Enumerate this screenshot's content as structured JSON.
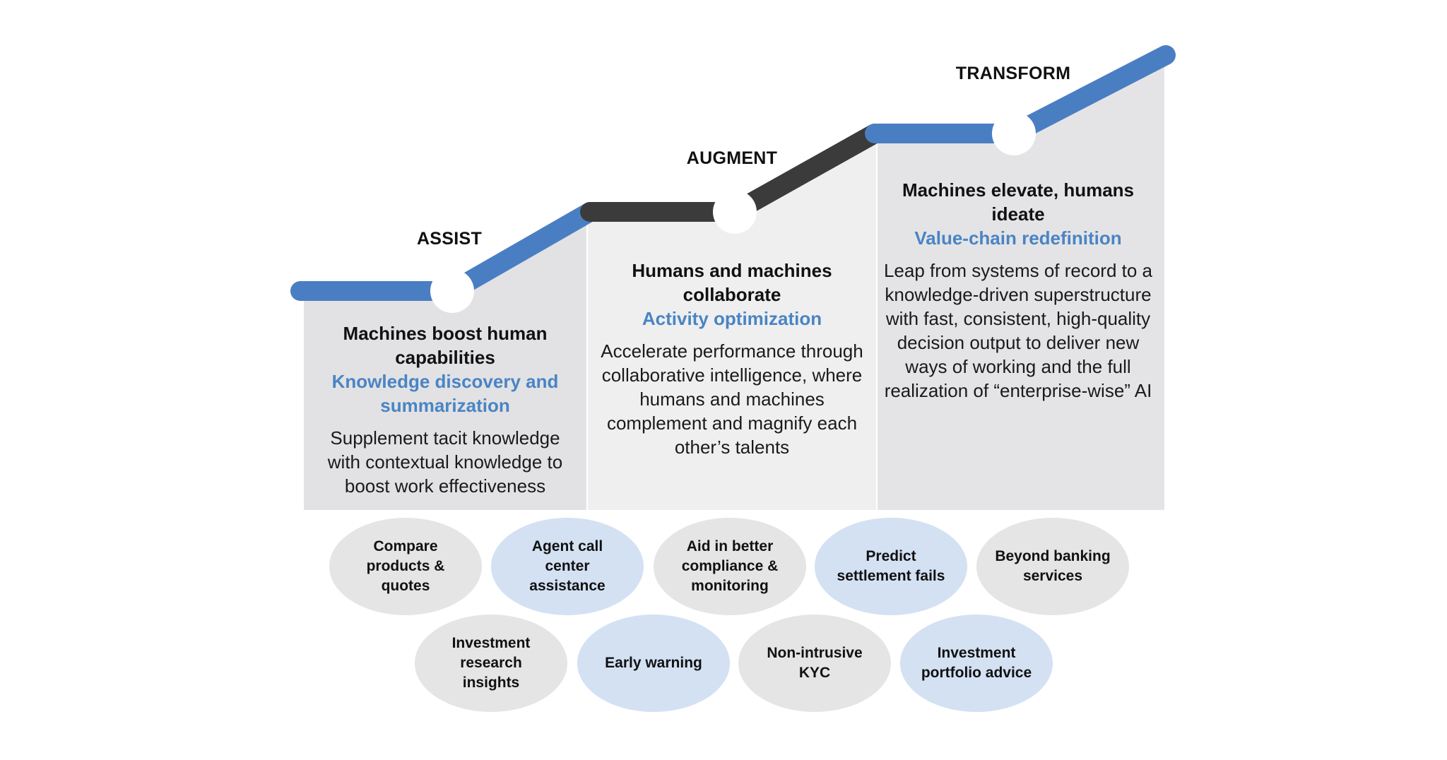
{
  "colors": {
    "accent_blue": "#4a84c4",
    "path_blue": "#4a7ec3",
    "path_dark": "#3b3b3b",
    "panel_assist": "#e2e2e4",
    "panel_augment": "#efefef",
    "panel_transform": "#e4e4e6",
    "ellipse_grey": "#e5e5e5",
    "ellipse_blue": "#d3e1f3"
  },
  "stages": [
    {
      "label": "ASSIST",
      "headline": "Machines boost human capabilities",
      "subhead": "Knowledge discovery and summarization",
      "description": "Supplement tacit knowledge with contextual knowledge to boost work effectiveness"
    },
    {
      "label": "AUGMENT",
      "headline": "Humans and machines collaborate",
      "subhead": "Activity optimization",
      "description": "Accelerate performance through collaborative intelligence, where humans and machines complement and magnify each other’s talents"
    },
    {
      "label": "TRANSFORM",
      "headline": "Machines elevate, humans ideate",
      "subhead": "Value-chain redefinition",
      "description": "Leap from systems of record to a knowledge-driven superstructure with fast, consistent, high-quality decision output to deliver new ways of working and the full realization of “enterprise-wise” AI"
    }
  ],
  "use_cases_row1": [
    {
      "text": "Compare products & quotes",
      "tone": "grey"
    },
    {
      "text": "Agent call center assistance",
      "tone": "blue"
    },
    {
      "text": "Aid in better compliance & monitoring",
      "tone": "grey"
    },
    {
      "text": "Predict settlement fails",
      "tone": "blue"
    },
    {
      "text": "Beyond banking services",
      "tone": "grey"
    }
  ],
  "use_cases_row2": [
    {
      "text": "Investment research insights",
      "tone": "grey"
    },
    {
      "text": "Early warning",
      "tone": "blue"
    },
    {
      "text": "Non-intrusive KYC",
      "tone": "grey"
    },
    {
      "text": "Investment portfolio advice",
      "tone": "blue"
    }
  ]
}
